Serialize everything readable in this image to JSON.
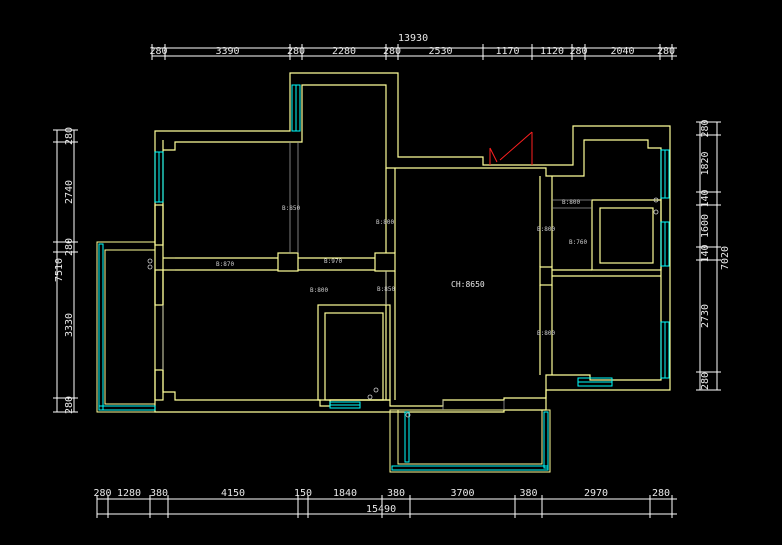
{
  "colors": {
    "wall": "#ffff99",
    "window": "#00ffff",
    "dim_line": "#ffffff",
    "text": "#e8e8e8",
    "door": "#ff2020",
    "grey_line": "#9a9a9a"
  },
  "top_dims": {
    "total": "13930",
    "segments": [
      "280",
      "3390",
      "280",
      "2280",
      "280",
      "2530",
      "1170",
      "1120",
      "280",
      "2040",
      "280"
    ]
  },
  "bottom_dims": {
    "total": "15490",
    "segments": [
      "280",
      "1280",
      "380",
      "4150",
      "150",
      "1840",
      "380",
      "3700",
      "380",
      "2970",
      "280"
    ]
  },
  "left_dims": {
    "total": "7510",
    "segments": [
      "280",
      "2740",
      "280",
      "3330",
      "280"
    ]
  },
  "right_dims": {
    "total": "7020",
    "segments": [
      "280",
      "1820",
      "140",
      "1600",
      "140",
      "2730",
      "280"
    ]
  },
  "labels": {
    "area": "CH:8650",
    "l1": "B:850",
    "l2": "B:800",
    "l3": "B:870",
    "l4": "B:970",
    "l5": "B:800",
    "l6": "B:850",
    "l7": "B:800",
    "l8": "B:800",
    "l9": "B:760",
    "l10": "B:800"
  }
}
